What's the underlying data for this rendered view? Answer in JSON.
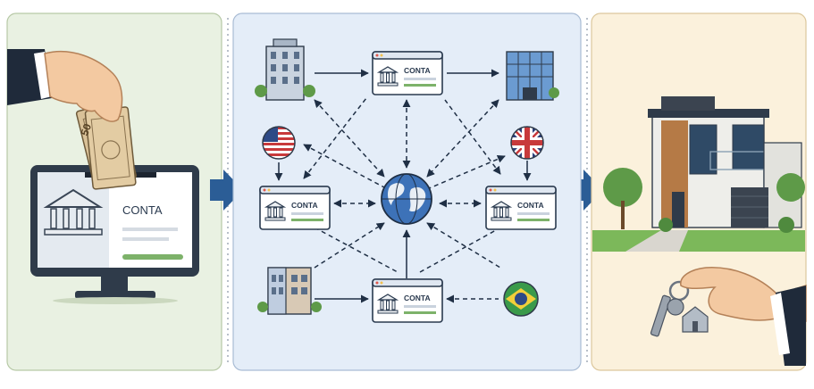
{
  "panels": {
    "deposit": {
      "screen_label": "CONTA",
      "bill_value": "50"
    },
    "network": {
      "account_label": "CONTA",
      "nodes": [
        "bank-building",
        "glass-office",
        "flag-usa",
        "flag-uk",
        "flag-brazil",
        "globe",
        "small-office"
      ]
    },
    "property": {}
  },
  "colors": {
    "deposit_bg": "#e9f1e2",
    "network_bg": "#e4edf8",
    "property_bg": "#fbf1dc",
    "arrow_blue": "#2b5d96",
    "account_green": "#7db26a",
    "line_dark": "#2a3a4f"
  },
  "icons": [
    "hand-with-money-icon",
    "monitor-icon",
    "bank-icon",
    "arrow-right-icon",
    "globe-icon",
    "house-icon",
    "keys-icon"
  ]
}
